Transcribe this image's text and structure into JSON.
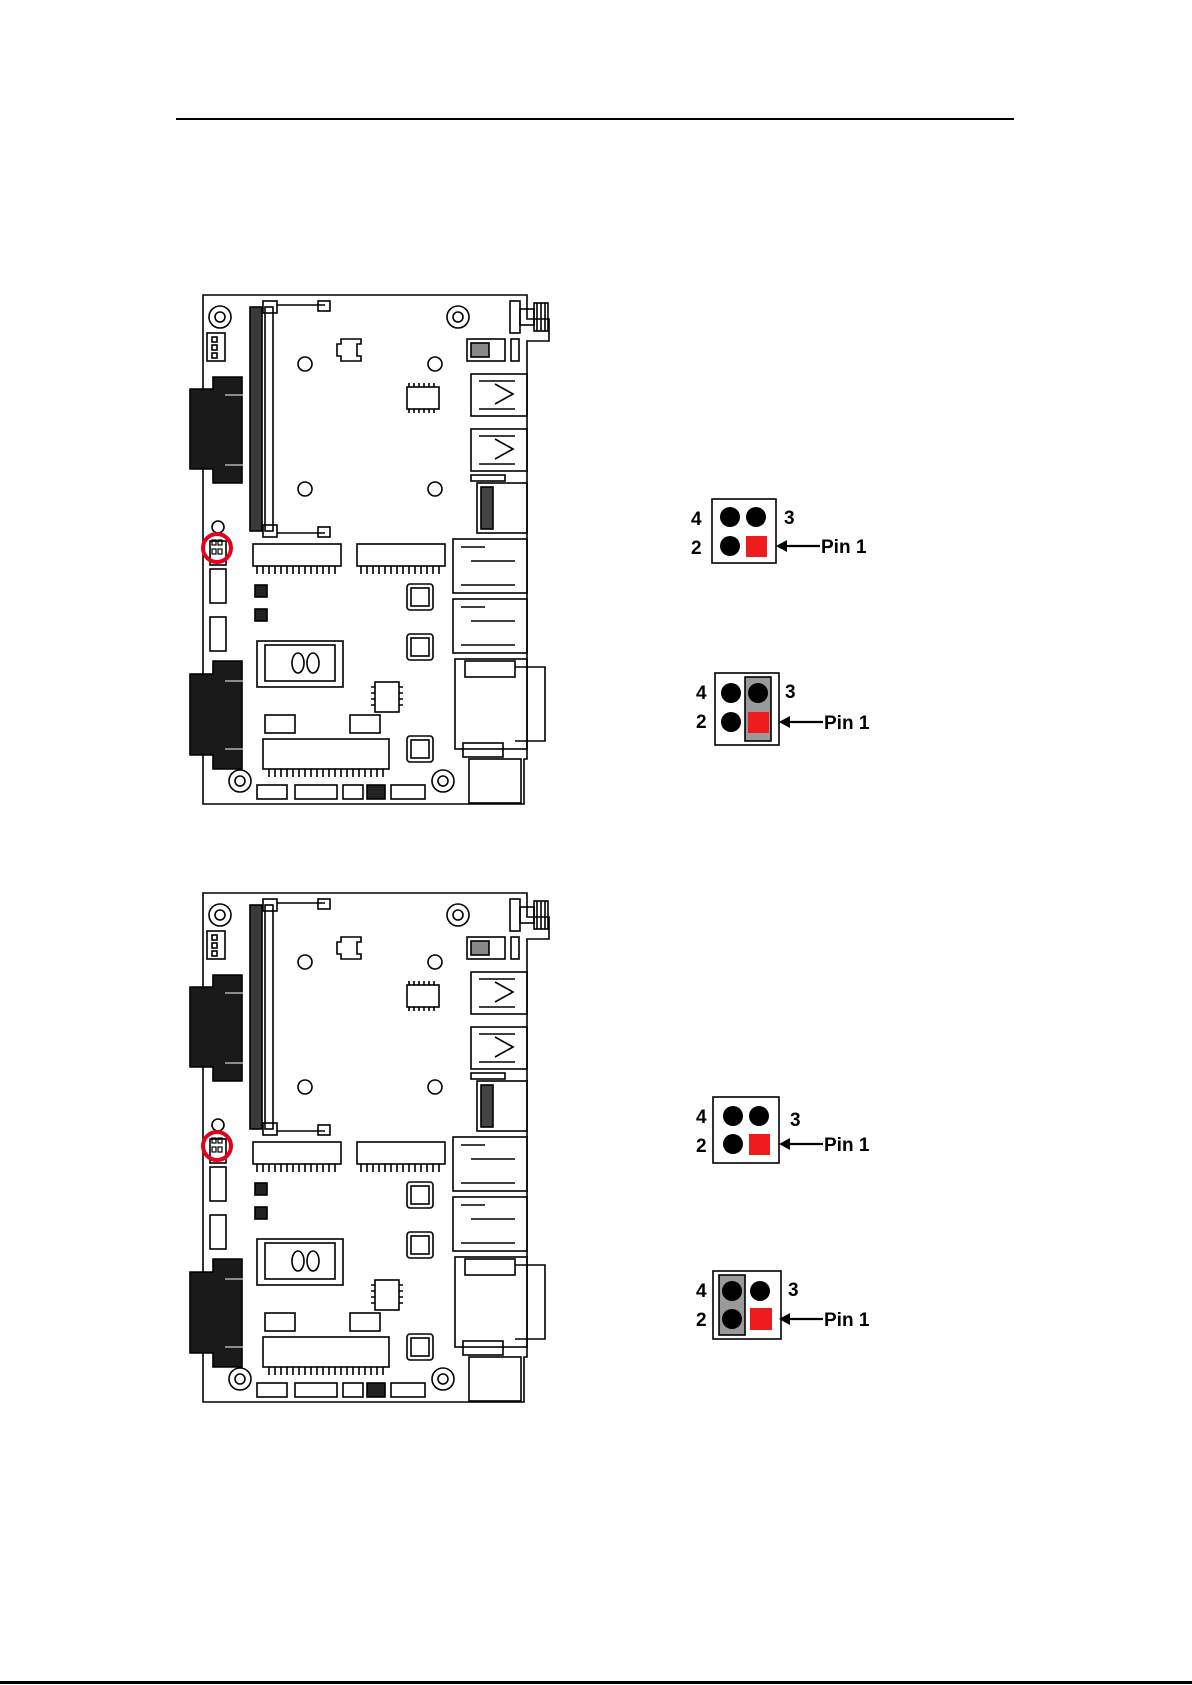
{
  "colors": {
    "ink": "#000000",
    "board_fill": "#ffffff",
    "highlight_circle": "#e3001b",
    "pin1_square": "#ee1c1c",
    "cap_fill": "#9a9a9a"
  },
  "boards": [
    {
      "id": "board-top",
      "highlight": "red-circle-around-jumper-header"
    },
    {
      "id": "board-bottom",
      "highlight": "red-circle-around-jumper-header"
    }
  ],
  "jumpers": [
    {
      "label_tl": "4",
      "label_tr": "3",
      "label_bl": "2",
      "pin1_label": "Pin 1",
      "cap": "none"
    },
    {
      "label_tl": "4",
      "label_tr": "3",
      "label_bl": "2",
      "pin1_label": "Pin 1",
      "cap": "pins-1-3"
    },
    {
      "label_tl": "4",
      "label_tr": "3",
      "label_bl": "2",
      "pin1_label": "Pin 1",
      "cap": "none"
    },
    {
      "label_tl": "4",
      "label_tr": "3",
      "label_bl": "2",
      "pin1_label": "Pin 1",
      "cap": "pins-2-4"
    }
  ]
}
